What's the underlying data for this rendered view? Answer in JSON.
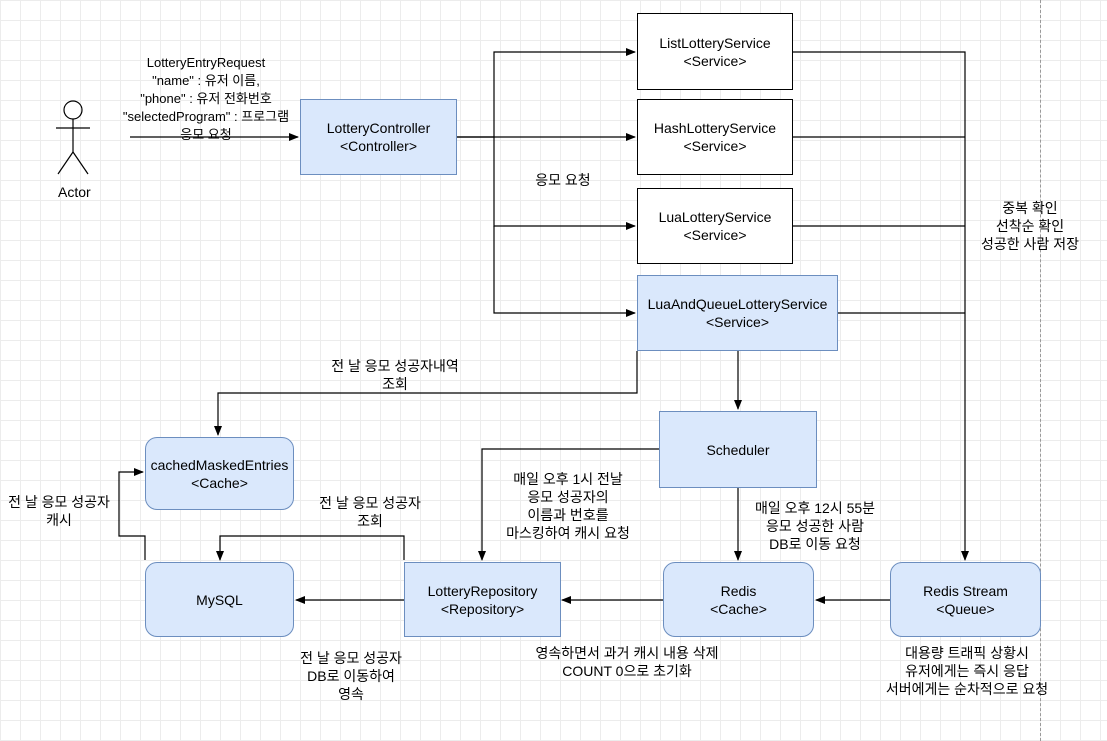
{
  "actor": {
    "label": "Actor"
  },
  "request": {
    "lines": [
      "LotteryEntryRequest",
      "\"name\" : 유저 이름,",
      "\"phone\" : 유저 전화번호",
      "\"selectedProgram\" : 프로그램"
    ],
    "action": "응모 요청"
  },
  "nodes": {
    "controller": {
      "name": "LotteryController",
      "type": "<Controller>"
    },
    "list_service": {
      "name": "ListLotteryService",
      "type": "<Service>"
    },
    "hash_service": {
      "name": "HashLotteryService",
      "type": "<Service>"
    },
    "lua_service": {
      "name": "LuaLotteryService",
      "type": "<Service>"
    },
    "lua_queue_service": {
      "name": "LuaAndQueueLotteryService",
      "type": "<Service>"
    },
    "scheduler": {
      "name": "Scheduler"
    },
    "cache": {
      "name": "cachedMaskedEntries",
      "type": "<Cache>"
    },
    "mysql": {
      "name": "MySQL"
    },
    "repository": {
      "name": "LotteryRepository",
      "type": "<Repository>"
    },
    "redis": {
      "name": "Redis",
      "type": "<Cache>"
    },
    "redis_stream": {
      "name": "Redis Stream",
      "type": "<Queue>"
    }
  },
  "labels": {
    "apply_request": "응모 요청",
    "service_checks": [
      "중복 확인",
      "선착순 확인",
      "성공한 사람 저장"
    ],
    "prev_day_lookup": [
      "전 날 응모 성공자내역",
      "조회"
    ],
    "cache_prev_day": [
      "전 날 응모 성공자",
      "캐시"
    ],
    "lookup_prev_day": [
      "전 날 응모 성공자",
      "조회"
    ],
    "daily_1pm": [
      "매일 오후 1시 전날",
      "응모 성공자의",
      "이름과 번호를",
      "마스킹하여 캐시 요청"
    ],
    "daily_1255": [
      "매일 오후 12시 55분",
      "응모 성공한 사람",
      "DB로 이동 요청"
    ],
    "persist_prev_day": [
      "전 날 응모 성공자",
      "DB로 이동하여",
      "영속"
    ],
    "persist_delete": [
      "영속하면서 과거 캐시 내용 삭제",
      "COUNT 0으로 초기화"
    ],
    "high_traffic": [
      "대용량 트래픽 상황시",
      "유저에게는 즉시 응답",
      "서버에게는 순차적으로 요청"
    ]
  }
}
